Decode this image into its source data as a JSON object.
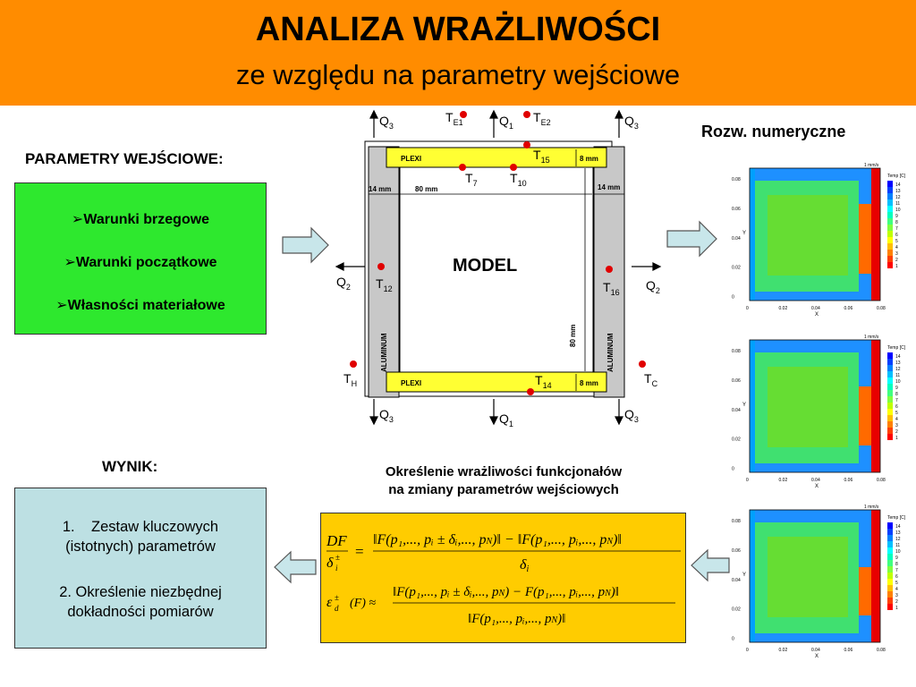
{
  "header": {
    "title": "ANALIZA WRAŻLIWOŚCI",
    "subtitle": "ze względu na parametry wejściowe",
    "background": "#ff8c00"
  },
  "params": {
    "heading": "PARAMETRY WEJŚCIOWE:",
    "items": [
      "Warunki brzegowe",
      "Warunki początkowe",
      "Własności materiałowe"
    ],
    "bullet_icon": "arrow-bullet-icon",
    "box_color": "#2ee82e"
  },
  "model": {
    "label": "MODEL",
    "plexi_label": "PLEXI",
    "aluminum_label": "ALUMINUM",
    "dim_14mm": "14 mm",
    "dim_80mm": "80 mm",
    "dim_8mm": "8 mm",
    "heat_flows": {
      "q1": "Q",
      "q1_sub": "1",
      "q2": "Q",
      "q2_sub": "2",
      "q3": "Q",
      "q3_sub": "3"
    },
    "sensors": [
      {
        "base": "T",
        "sub": "E1"
      },
      {
        "base": "T",
        "sub": "E2"
      },
      {
        "base": "T",
        "sub": "15"
      },
      {
        "base": "T",
        "sub": "7"
      },
      {
        "base": "T",
        "sub": "10"
      },
      {
        "base": "T",
        "sub": "12"
      },
      {
        "base": "T",
        "sub": "16"
      },
      {
        "base": "T",
        "sub": "H"
      },
      {
        "base": "T",
        "sub": "C"
      },
      {
        "base": "T",
        "sub": "14"
      }
    ],
    "sensor_color": "#e00000",
    "plexi_color": "#ffff33",
    "aluminum_color": "#c8c8c8"
  },
  "numerical": {
    "heading": "Rozw. numeryczne",
    "plot_labels": {
      "speed": "1 mm/s",
      "legend_title": "Temp [C]",
      "legend_values": [
        "14",
        "13",
        "12",
        "11",
        "10",
        "9",
        "8",
        "7",
        "6",
        "5",
        "4",
        "3",
        "2",
        "1"
      ],
      "x_ticks": [
        "0",
        "0.02",
        "0.04",
        "0.06",
        "0.08"
      ],
      "y_ticks": [
        "0.08",
        "0.06",
        "0.04",
        "0.02",
        "0"
      ],
      "x_axis": "X",
      "y_axis": "Y"
    }
  },
  "result": {
    "heading": "WYNIK:",
    "item1_num": "1.",
    "item1_line1": "Zestaw kluczowych",
    "item1_line2": "(istotnych) parametrów",
    "item2_line1": "2. Określenie niezbędnej",
    "item2_line2": "dokładności pomiarów",
    "box_color": "#bde0e3"
  },
  "sensitivity": {
    "heading_line1": "Określenie wrażliwości funkcjonałów",
    "heading_line2": "na zmiany parametrów wejściowych",
    "box_color": "#ffcc00"
  }
}
